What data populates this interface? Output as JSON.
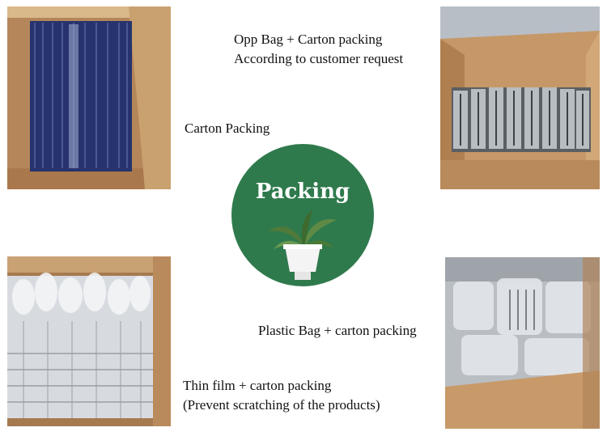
{
  "captions": {
    "opp_line1": "Opp Bag + Carton packing",
    "opp_line2": "According to customer request",
    "carton": "Carton Packing",
    "plastic": "Plastic Bag + carton packing",
    "thin_line1": "Thin film + carton packing",
    "thin_line2": "(Prevent scratching of the products)"
  },
  "logo": {
    "title": "Packing"
  },
  "colors": {
    "logo_green": "#2f7a4c",
    "carton_brown": "#b88a5a",
    "bag_blue": "#2c3a78"
  }
}
